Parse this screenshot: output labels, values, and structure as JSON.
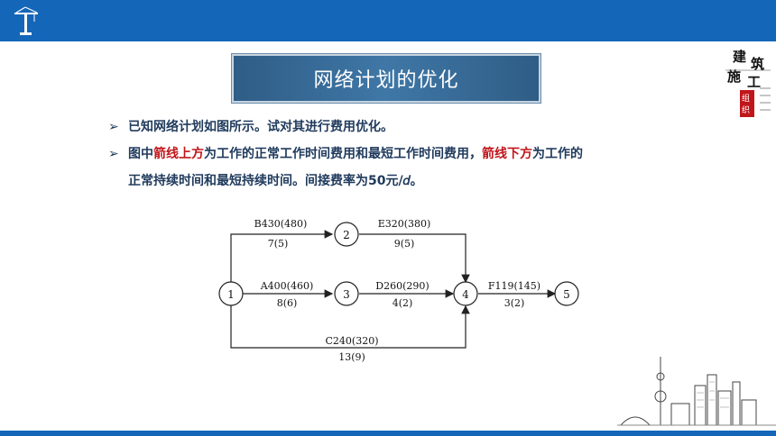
{
  "header": {
    "logo_icon": "tower-crane-icon"
  },
  "title": "网络计划的优化",
  "side_logo": {
    "chars": [
      "建",
      "筑",
      "施",
      "工",
      "组",
      "织"
    ]
  },
  "bullets": {
    "b1_text": "已知网络计划如图所示。试对其进行费用优化。",
    "b2_part1": "图中",
    "b2_red1": "箭线上方",
    "b2_part2": "为工作的正常工作时间费用和最短工作时间费用，",
    "b2_red2": "箭线下方",
    "b2_part3": "为工作的",
    "b2_line2": "正常持续时间和最短持续时间。间接费率为50元/𝑑。"
  },
  "network": {
    "nodes": [
      "1",
      "2",
      "3",
      "4",
      "5"
    ],
    "arrows": [
      {
        "top": "B430(480)",
        "bottom": "7(5)"
      },
      {
        "top": "E320(380)",
        "bottom": "9(5)"
      },
      {
        "top": "A400(460)",
        "bottom": "8(6)"
      },
      {
        "top": "D260(290)",
        "bottom": "4(2)"
      },
      {
        "top": "F119(145)",
        "bottom": "3(2)"
      },
      {
        "top": "C240(320)",
        "bottom": "13(9)"
      }
    ]
  },
  "colors": {
    "brand_blue": "#1466b8",
    "title_bg": "#3f77a6",
    "highlight_red": "#c0161b",
    "text_dark": "#1f3a5c"
  }
}
